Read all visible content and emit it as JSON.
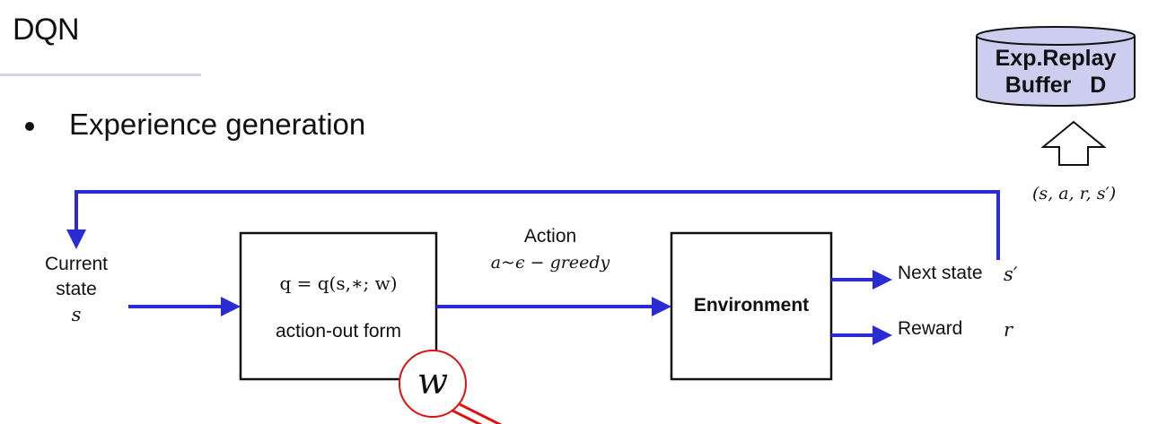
{
  "slide": {
    "title": "DQN",
    "bullet": "Experience generation"
  },
  "diagram": {
    "current_state": {
      "line1": "Current",
      "line2": "state",
      "symbol": "s"
    },
    "q_box": {
      "formula": "q = q(s,∗; w)",
      "caption": "action-out form"
    },
    "weight_circle": "w",
    "action": {
      "label": "Action",
      "policy": "a~ϵ − greedy"
    },
    "environment": "Environment",
    "next_state": {
      "label": "Next state",
      "symbol": "s′"
    },
    "reward": {
      "label": "Reward",
      "symbol": "r"
    },
    "buffer": {
      "line1": "Exp.Replay",
      "line2": "Buffer   D"
    },
    "tuple": "(s, a, r, s′)"
  },
  "colors": {
    "arrow": "#2b2bd3",
    "buffer_fill": "#cdcdf0",
    "circle_border": "#e01010",
    "rule": "#d4d4ef"
  }
}
